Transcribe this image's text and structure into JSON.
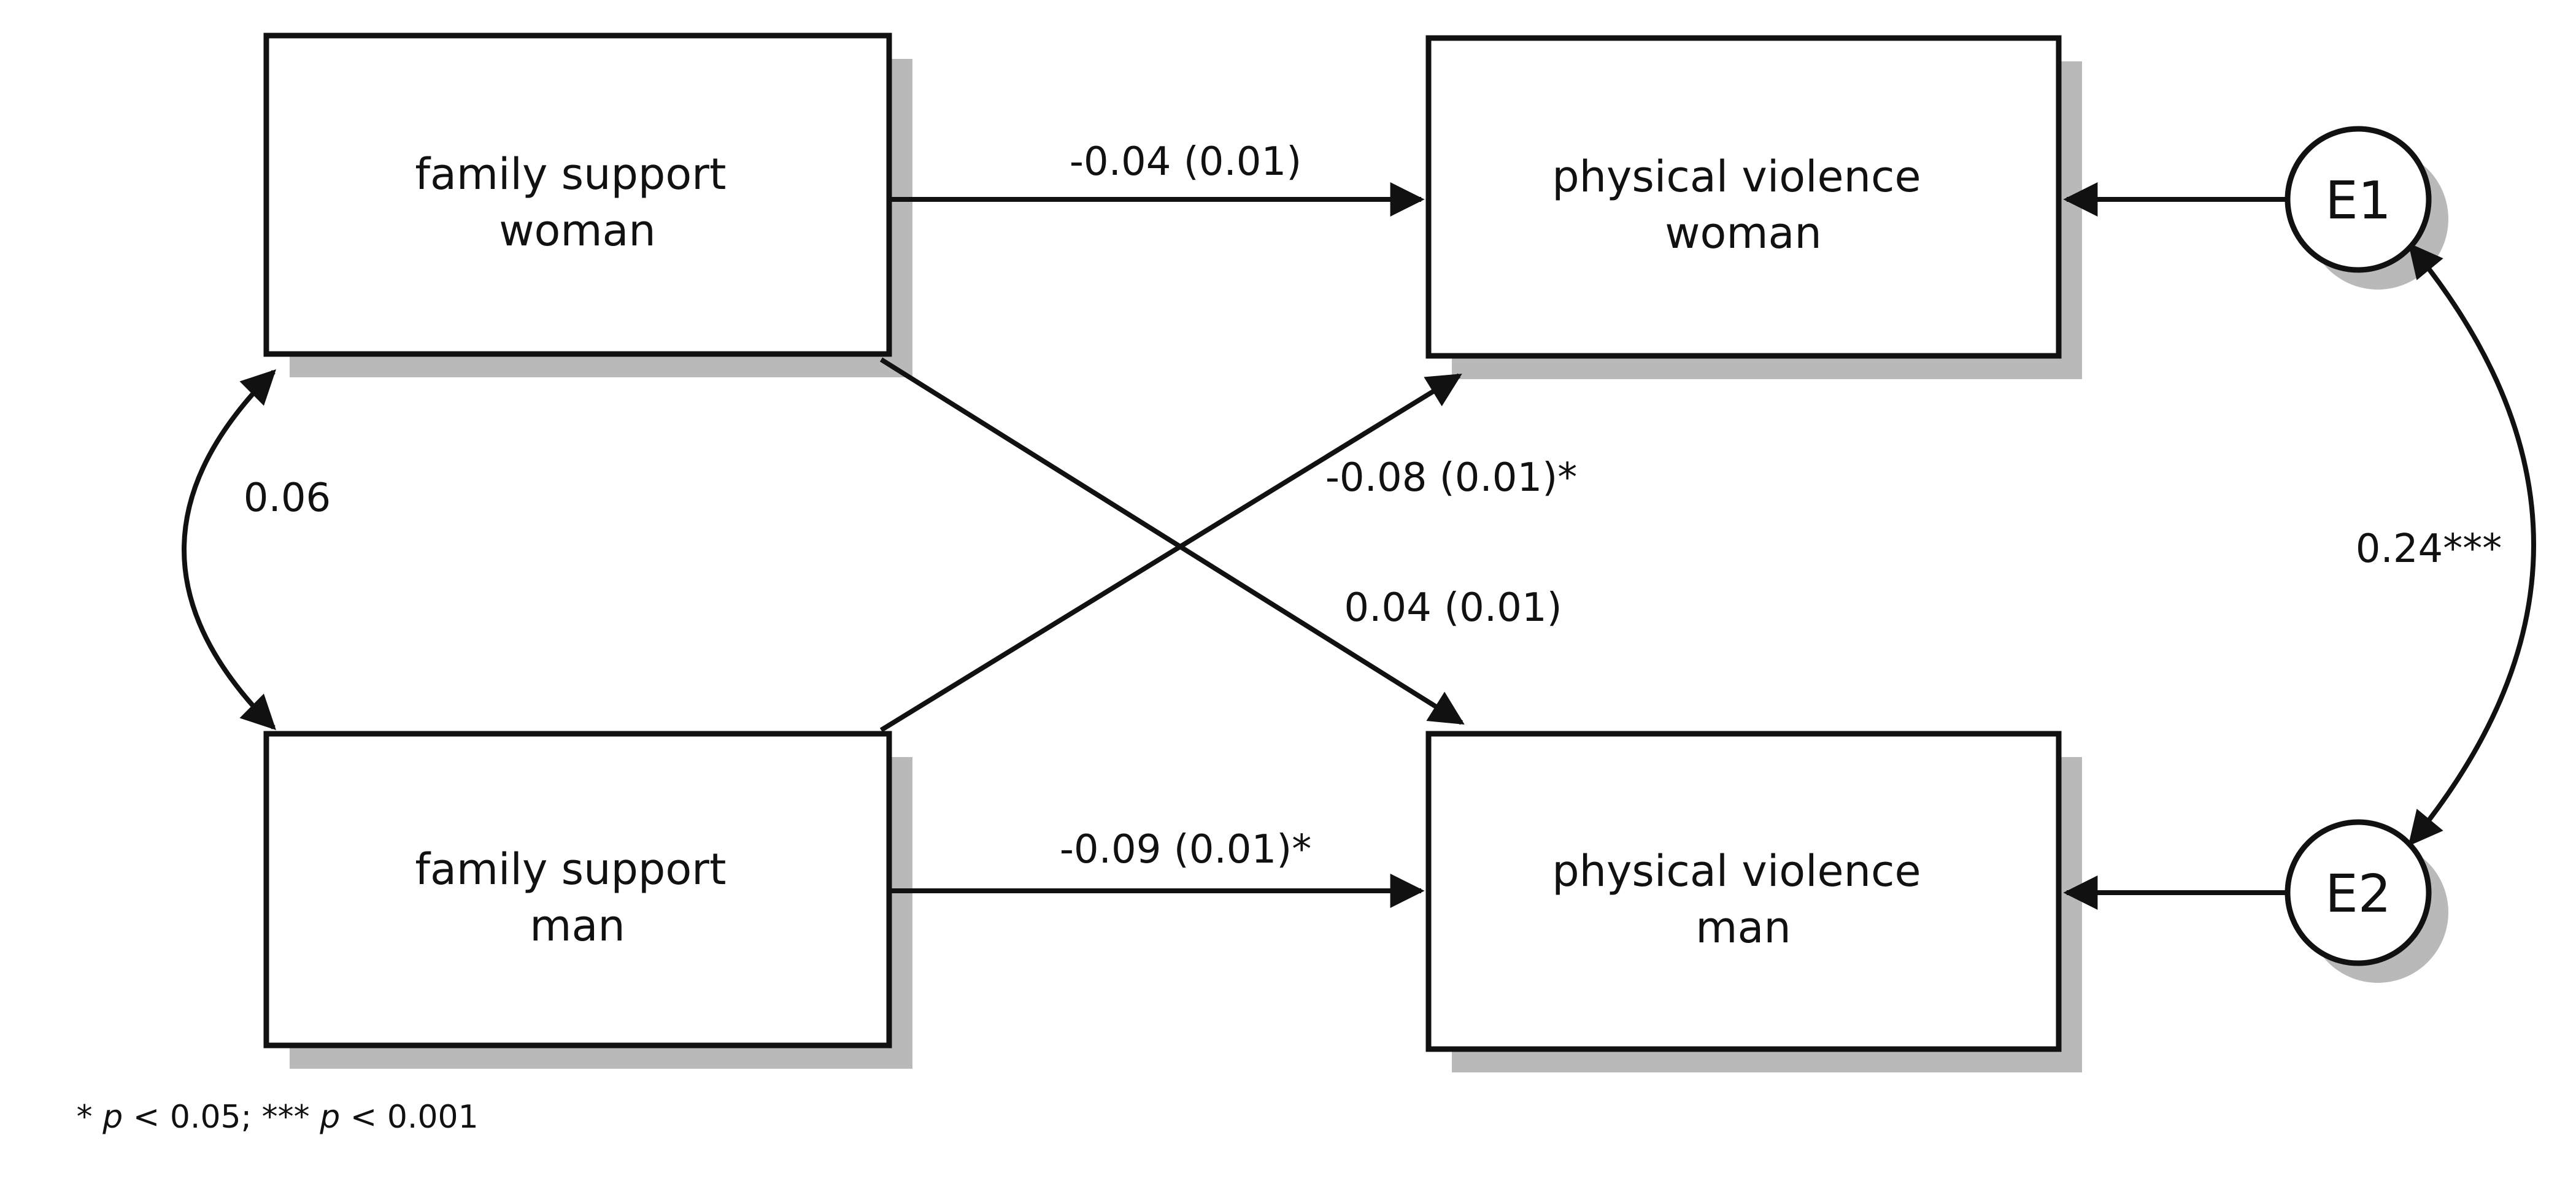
{
  "figure": {
    "type": "sem-path-diagram",
    "colors": {
      "ink": "#111111",
      "node_fill": "#ffffff",
      "shadow": "#b9b9b9",
      "background": "#ffffff"
    },
    "nodes": {
      "family_support_woman": {
        "line1": "family support",
        "line2": "woman"
      },
      "physical_violence_woman": {
        "line1": "physical violence",
        "line2": "woman"
      },
      "family_support_man": {
        "line1": "family support",
        "line2": "man"
      },
      "physical_violence_man": {
        "line1": "physical violence",
        "line2": "man"
      },
      "e1": {
        "label": "E1"
      },
      "e2": {
        "label": "E2"
      }
    },
    "coefficients": {
      "fsw_to_pvw": "-0.04 (0.01)",
      "fsm_to_pvw": "-0.08 (0.01)*",
      "fsw_to_pvm": "0.04 (0.01)",
      "fsm_to_pvm": "-0.09 (0.01)*",
      "fsw_fsm_covariance": "0.06",
      "e1_e2_covariance": "0.24***"
    },
    "footnote": {
      "seg1": "* ",
      "p1": "p",
      "seg2": " < 0.05; *** ",
      "p2": "p",
      "seg3": " < 0.001"
    }
  }
}
